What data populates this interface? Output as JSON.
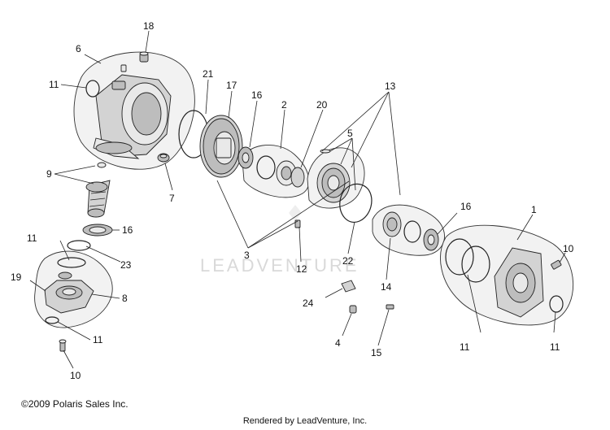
{
  "callouts": {
    "c1": "1",
    "c2": "2",
    "c3": "3",
    "c4": "4",
    "c5": "5",
    "c6": "6",
    "c7": "7",
    "c8": "8",
    "c9": "9",
    "c10a": "10",
    "c10b": "10",
    "c11a": "11",
    "c11b": "11",
    "c11c": "11",
    "c11d": "11",
    "c11e": "11",
    "c12": "12",
    "c13": "13",
    "c14": "14",
    "c15": "15",
    "c16a": "16",
    "c16b": "16",
    "c16c": "16",
    "c17": "17",
    "c18": "18",
    "c19": "19",
    "c20": "20",
    "c21": "21",
    "c22": "22",
    "c23": "23",
    "c24": "24"
  },
  "watermark": "LEADVENTURE",
  "footer": {
    "copyright": "©2009  Polaris Sales Inc.",
    "rendered_by": "Rendered by LeadVenture, Inc."
  }
}
